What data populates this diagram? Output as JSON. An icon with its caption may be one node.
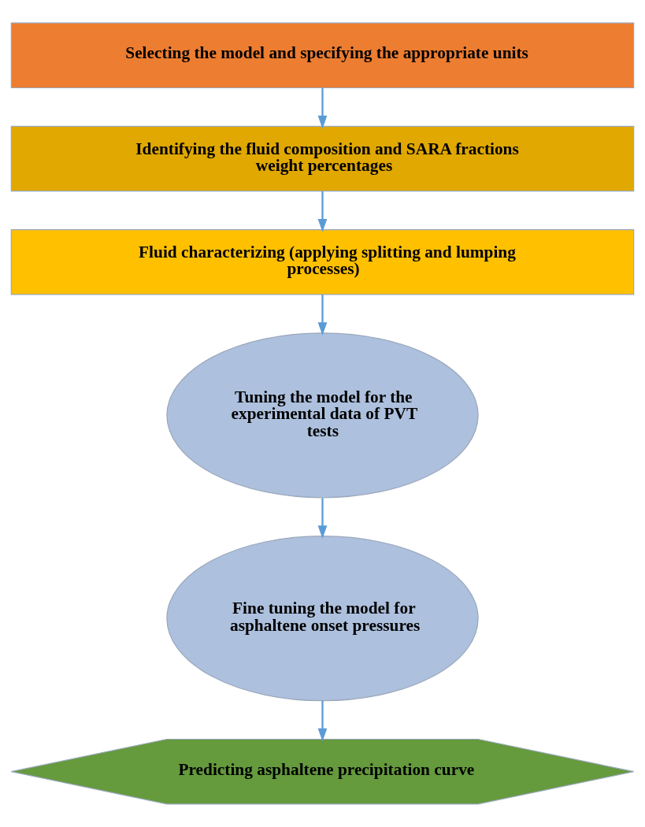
{
  "diagram": {
    "nodes": [
      {
        "text": [
          "Selecting the model and specifying the appropriate units"
        ]
      },
      {
        "text": [
          "Identifying the fluid composition and SARA fractions weight percentages"
        ]
      },
      {
        "text": [
          "Fluid characterizing (applying splitting and lumping processes)"
        ]
      },
      {
        "text": [
          "Tuning the model for the experimental data of PVT tests"
        ]
      },
      {
        "text": [
          "Fine tuning the model for asphaltene onset pressures"
        ]
      },
      {
        "text": [
          "Predicting asphaltene precipitation curve"
        ]
      }
    ],
    "edges": [
      {
        "from": 0,
        "to": 1,
        "arrow": "to"
      },
      {
        "from": 1,
        "to": 2,
        "arrow": "to"
      },
      {
        "from": 2,
        "to": 3,
        "arrow": "to"
      },
      {
        "from": 3,
        "to": 4,
        "arrow": "to"
      },
      {
        "from": 4,
        "to": 5,
        "arrow": "to"
      }
    ]
  }
}
